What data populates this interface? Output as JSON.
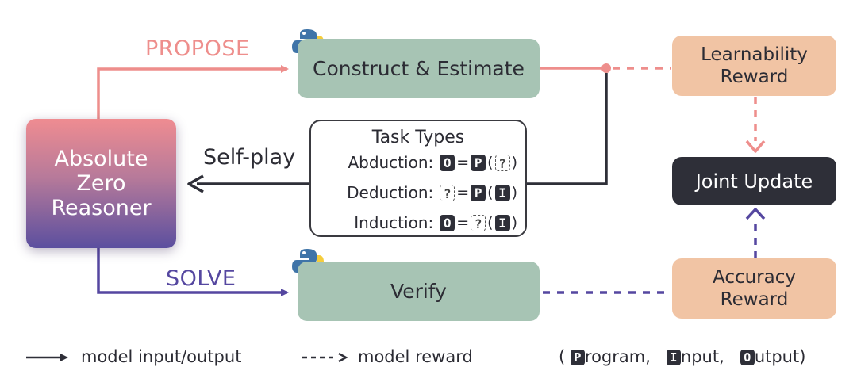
{
  "labels": {
    "propose": "PROPOSE",
    "solve": "SOLVE",
    "self_play": "Self-play"
  },
  "reasoner": {
    "line1": "Absolute",
    "line2": "Zero",
    "line3": "Reasoner"
  },
  "boxes": {
    "construct": "Construct & Estimate",
    "verify": "Verify",
    "learnability_line1": "Learnability",
    "learnability_line2": "Reward",
    "accuracy_line1": "Accuracy",
    "accuracy_line2": "Reward",
    "joint_update": "Joint Update"
  },
  "task_types": {
    "title": "Task Types",
    "rows": [
      {
        "name": "Abduction:",
        "a": "O",
        "eq": "=",
        "b": "P",
        "lp": "(",
        "c": "?",
        "rp": ")"
      },
      {
        "name": "Deduction:",
        "a": "?",
        "eq": "=",
        "b": "P",
        "lp": "(",
        "c": "I",
        "rp": ")"
      },
      {
        "name": "Induction:",
        "a": "O",
        "eq": "=",
        "b": "?",
        "lp": "(",
        "c": "I",
        "rp": ")"
      }
    ]
  },
  "legend": {
    "solid": "model input/output",
    "dashed": "model reward",
    "open_paren": "(",
    "p_glyph": "P",
    "p_text": "rogram,",
    "i_glyph": "I",
    "i_text": "nput,",
    "o_glyph": "O",
    "o_text": "utput)"
  },
  "colors": {
    "propose": "#ee8e8c",
    "solve": "#5547a0",
    "dark": "#2e2f38",
    "green_box": "#a7c4b4",
    "peach_box": "#f1c4a4"
  },
  "icons": [
    "python-logo-icon"
  ]
}
